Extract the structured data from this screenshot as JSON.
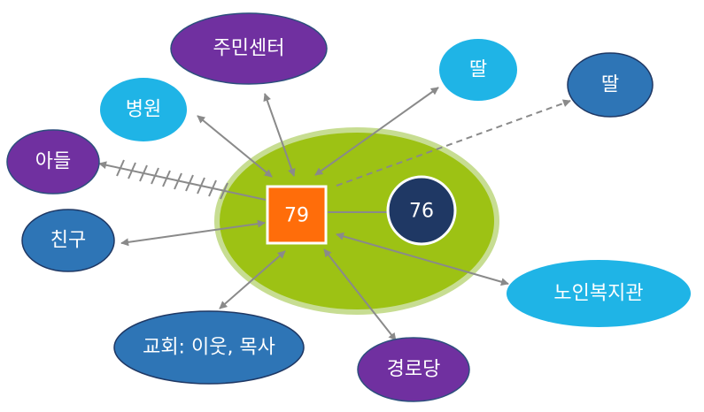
{
  "colors": {
    "purple": "#7030a0",
    "light_blue": "#1fb4e6",
    "steel_blue": "#2e75b6",
    "navy": "#1f3864",
    "orange": "#ff6d0a",
    "green": "#9dc214",
    "green_rim": "#c7dd92",
    "arrow": "#8a8a8a"
  },
  "center": {
    "label": "79"
  },
  "partner": {
    "label": "76"
  },
  "nodes": {
    "community_center": "주민센터",
    "hospital": "병원",
    "son": "아들",
    "friend": "친구",
    "church": "교회: 이웃, 목사",
    "senior_hall": "경로당",
    "welfare_center": "노인복지관",
    "daughter_near": "딸",
    "daughter_far": "딸"
  },
  "relations": {
    "son": "stressful",
    "daughter_far": "distant"
  }
}
